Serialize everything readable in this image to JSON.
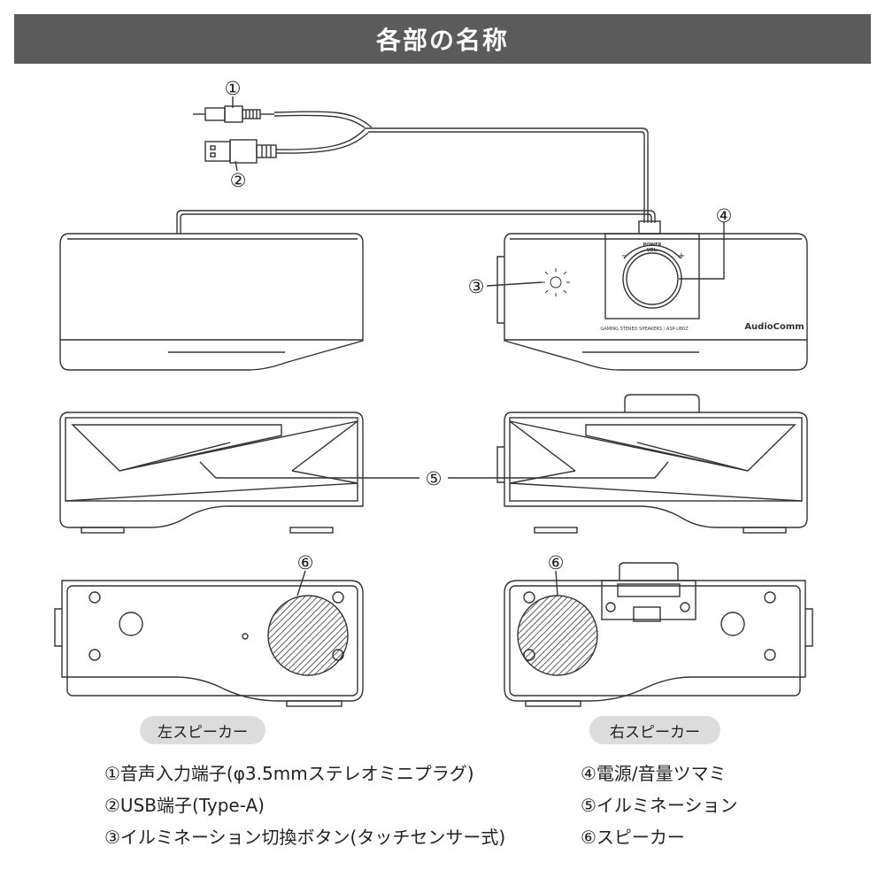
{
  "title": "各部の名称",
  "callouts": [
    "①",
    "②",
    "③",
    "④",
    "⑤",
    "⑥"
  ],
  "knob": {
    "power_label": "POWER",
    "vol_label": "VOL.",
    "minus": "−",
    "plus": "+"
  },
  "brand": "AudioComm",
  "model_text": "GAMING STEREO SPEAKERS / ASP-U80Z",
  "speaker_labels": {
    "left": "左スピーカー",
    "right": "右スピーカー"
  },
  "parts": {
    "left_column": [
      "①音声入力端子(φ3.5mmステレオミニプラグ)",
      "②USB端子(Type-A)",
      "③イルミネーション切換ボタン(タッチセンサー式)"
    ],
    "right_column": [
      "④電源/音量ツマミ",
      "⑤イルミネーション",
      "⑥スピーカー"
    ]
  },
  "colors": {
    "header_bg": "#5b5b5b",
    "pill_bg": "#dcdcdc",
    "line": "#333333"
  }
}
